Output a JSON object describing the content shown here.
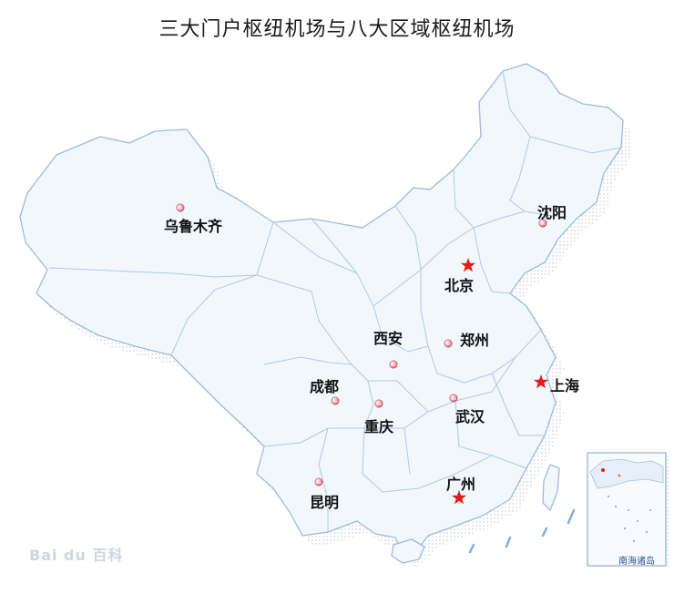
{
  "title": "三大门户枢纽机场与八大区域枢纽机场",
  "colors": {
    "land_fill": "#f2f7fc",
    "border": "#9fbad8",
    "shadow_dots": "#b9c4cf",
    "gateway_star": "#e01d1d",
    "regional_dot": "#e8798a",
    "label": "#111111"
  },
  "legend_semantics": {
    "star-icon": "gateway hub airport",
    "dot-icon": "regional hub airport"
  },
  "cities": {
    "urumqi": {
      "label": "乌鲁木齐",
      "type": "regional"
    },
    "shenyang": {
      "label": "沈阳",
      "type": "regional"
    },
    "beijing": {
      "label": "北京",
      "type": "gateway"
    },
    "xian": {
      "label": "西安",
      "type": "regional"
    },
    "zhengzhou": {
      "label": "郑州",
      "type": "regional"
    },
    "shanghai": {
      "label": "上海",
      "type": "gateway"
    },
    "chengdu": {
      "label": "成都",
      "type": "regional"
    },
    "chongqing": {
      "label": "重庆",
      "type": "regional"
    },
    "wuhan": {
      "label": "武汉",
      "type": "regional"
    },
    "guangzhou": {
      "label": "广州",
      "type": "gateway"
    },
    "kunming": {
      "label": "昆明",
      "type": "regional"
    }
  },
  "inset": {
    "label": "南海诸岛"
  },
  "watermark": {
    "label": "Bai du 百科"
  }
}
